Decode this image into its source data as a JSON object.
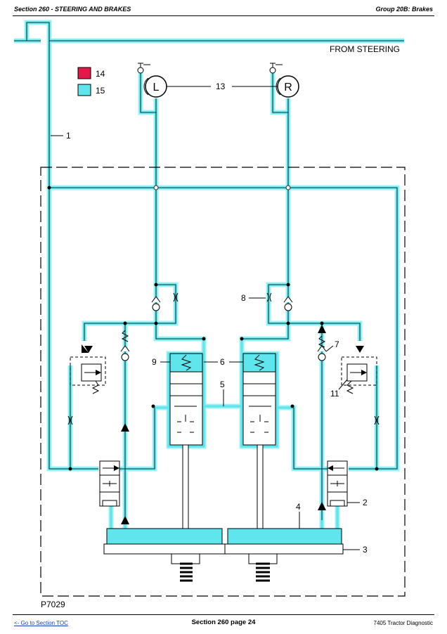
{
  "header": {
    "section": "Section 260 - STEERING AND BRAKES",
    "group": "Group 20B: Brakes"
  },
  "footer": {
    "toc_link": "<- Go to Section TOC",
    "page": "Section 260 page 24",
    "product": "7405 Tractor Diagnostic"
  },
  "diagram": {
    "from_steering": "FROM STEERING",
    "figure_id": "P7029",
    "legend": [
      {
        "number": "14",
        "color": "#e8174a"
      },
      {
        "number": "15",
        "color": "#5fe6ec"
      }
    ],
    "callouts": [
      "1",
      "2",
      "3",
      "4",
      "5",
      "6",
      "7",
      "8",
      "9",
      "11",
      "13"
    ],
    "pedal_left": "L",
    "pedal_right": "R",
    "oil_color": "#5fe6ec",
    "glow_color": "#9cf2f5"
  }
}
